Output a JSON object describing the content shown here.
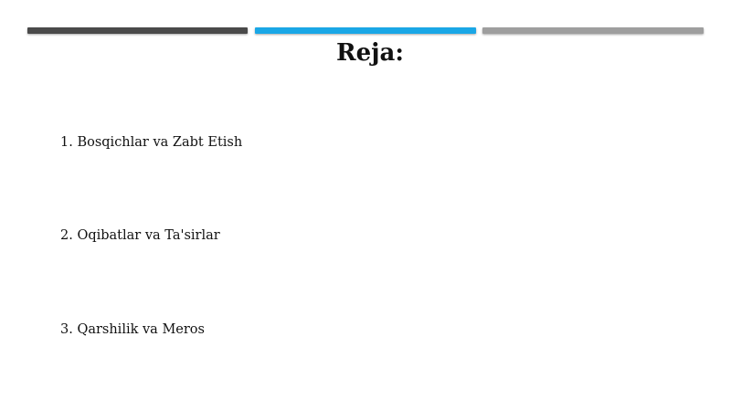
{
  "colors": {
    "bar_left": "#4a4a4a",
    "bar_middle": "#1aa7e6",
    "bar_right": "#9e9e9e"
  },
  "slide": {
    "title": "Reja:",
    "items": [
      {
        "label": "1. Bosqichlar va Zabt Etish"
      },
      {
        "label": "2. Oqibatlar va Ta'sirlar"
      },
      {
        "label": "3. Qarshilik va Meros"
      }
    ]
  }
}
